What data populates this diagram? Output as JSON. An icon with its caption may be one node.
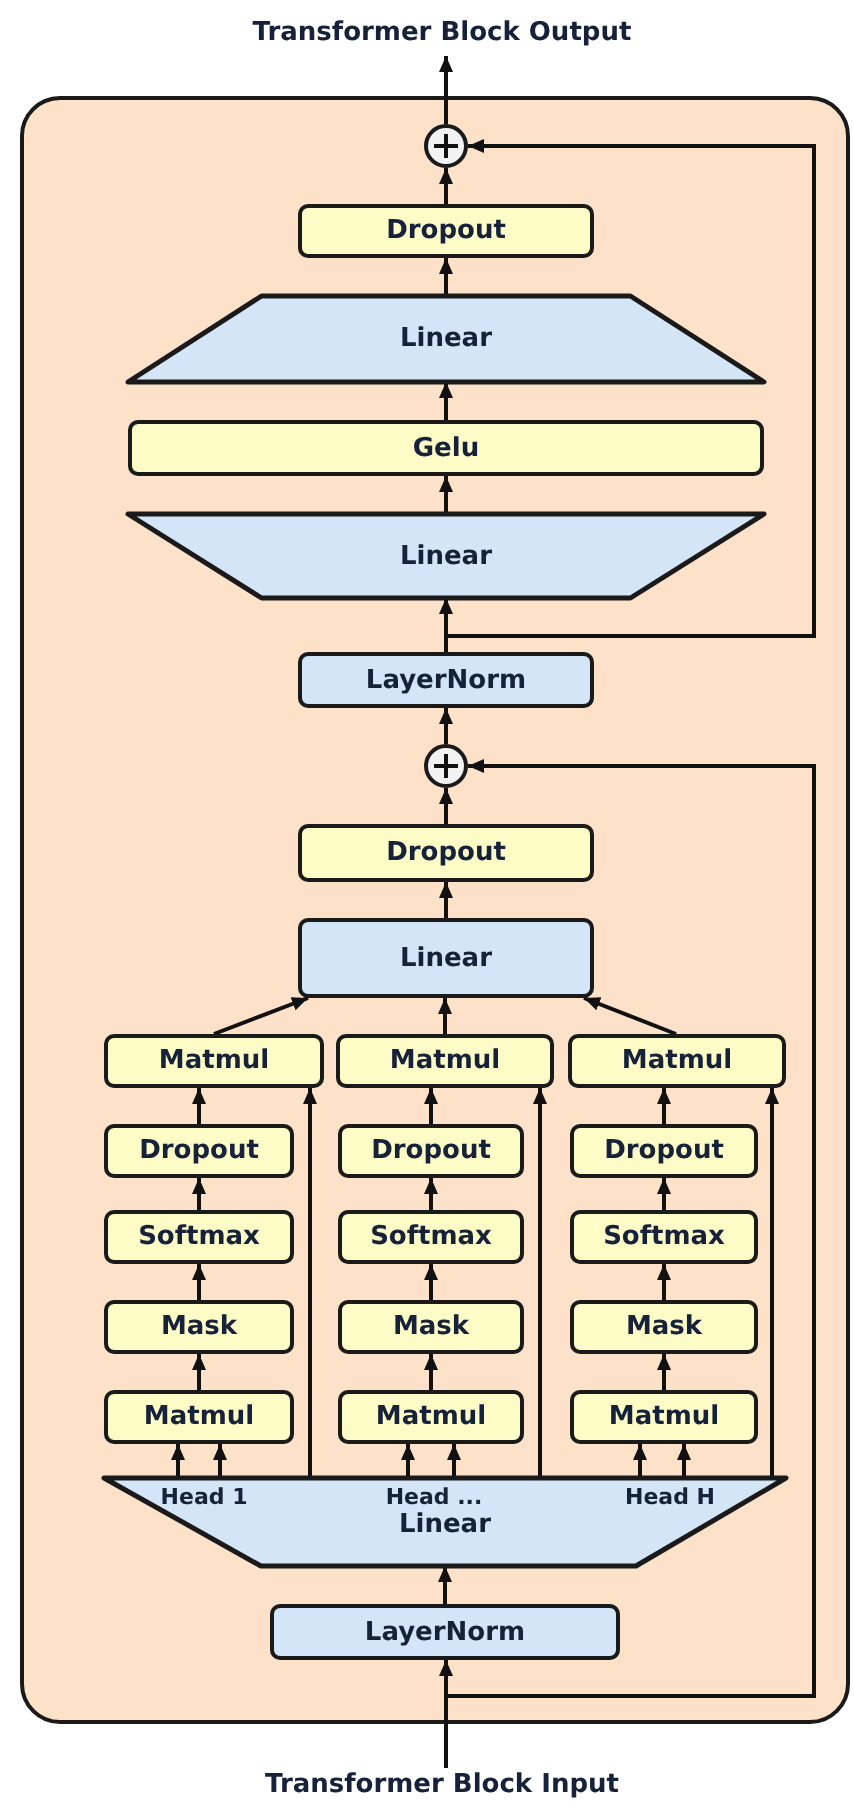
{
  "diagram": {
    "nodes": [
      {
        "text": [
          "Transformer Block Output"
        ]
      },
      {
        "text": [],
        "shape": "box"
      },
      {
        "text": [],
        "shape": "circle",
        "in": 1
      },
      {
        "text": [
          "Dropout"
        ],
        "in": 1
      },
      {
        "text": [
          "Linear"
        ],
        "in": 1
      },
      {
        "text": [
          "Gelu"
        ],
        "in": 1
      },
      {
        "text": [
          "Linear"
        ],
        "in": 1
      },
      {
        "text": [
          "LayerNorm"
        ],
        "in": 1
      },
      {
        "text": [],
        "shape": "circle",
        "in": 1
      },
      {
        "text": [
          "Dropout"
        ],
        "in": 1
      },
      {
        "text": [
          "Linear"
        ],
        "in": 1
      },
      {
        "text": [
          "Matmul"
        ],
        "in": 1
      },
      {
        "text": [
          "Matmul"
        ],
        "in": 1
      },
      {
        "text": [
          "Matmul"
        ],
        "in": 1
      },
      {
        "text": [
          "Dropout"
        ],
        "in": 1
      },
      {
        "text": [
          "Dropout"
        ],
        "in": 1
      },
      {
        "text": [
          "Dropout"
        ],
        "in": 1
      },
      {
        "text": [
          "Softmax"
        ],
        "in": 1
      },
      {
        "text": [
          "Softmax"
        ],
        "in": 1
      },
      {
        "text": [
          "Softmax"
        ],
        "in": 1
      },
      {
        "text": [
          "Mask"
        ],
        "in": 1
      },
      {
        "text": [
          "Mask"
        ],
        "in": 1
      },
      {
        "text": [
          "Mask"
        ],
        "in": 1
      },
      {
        "text": [
          "Matmul"
        ],
        "in": 1
      },
      {
        "text": [
          "Matmul"
        ],
        "in": 1
      },
      {
        "text": [
          "Matmul"
        ],
        "in": 1
      },
      {
        "text": [
          "Head 1",
          "Head ...",
          "Head H",
          "Linear"
        ],
        "in": 1
      },
      {
        "text": [
          "LayerNorm"
        ],
        "in": 1
      },
      {
        "text": [
          "Transformer Block Input"
        ]
      }
    ],
    "edges": [
      {
        "from": 2,
        "to": 0,
        "arrow": "to"
      },
      {
        "from": 3,
        "to": 2,
        "arrow": "to"
      },
      {
        "from": 4,
        "to": 3,
        "arrow": "to"
      },
      {
        "from": 5,
        "to": 4,
        "arrow": "to"
      },
      {
        "from": 6,
        "to": 5,
        "arrow": "to"
      },
      {
        "from": 7,
        "to": 6,
        "arrow": "to"
      },
      {
        "from": 7,
        "to": 2,
        "arrow": "to"
      },
      {
        "from": 8,
        "to": 7,
        "arrow": "to"
      },
      {
        "from": 9,
        "to": 8,
        "arrow": "to"
      },
      {
        "from": 10,
        "to": 9,
        "arrow": "to"
      },
      {
        "from": 11,
        "to": 10,
        "arrow": "to"
      },
      {
        "from": 12,
        "to": 10,
        "arrow": "to"
      },
      {
        "from": 13,
        "to": 10,
        "arrow": "to"
      },
      {
        "from": 14,
        "to": 11,
        "arrow": "to"
      },
      {
        "from": 15,
        "to": 12,
        "arrow": "to"
      },
      {
        "from": 16,
        "to": 13,
        "arrow": "to"
      },
      {
        "from": 17,
        "to": 14,
        "arrow": "to"
      },
      {
        "from": 18,
        "to": 15,
        "arrow": "to"
      },
      {
        "from": 19,
        "to": 16,
        "arrow": "to"
      },
      {
        "from": 20,
        "to": 17,
        "arrow": "to"
      },
      {
        "from": 21,
        "to": 18,
        "arrow": "to"
      },
      {
        "from": 22,
        "to": 19,
        "arrow": "to"
      },
      {
        "from": 23,
        "to": 20,
        "arrow": "to"
      },
      {
        "from": 24,
        "to": 21,
        "arrow": "to"
      },
      {
        "from": 25,
        "to": 22,
        "arrow": "to"
      },
      {
        "from": 26,
        "to": 23,
        "arrow": "to"
      },
      {
        "from": 26,
        "to": 23,
        "arrow": "to"
      },
      {
        "from": 26,
        "to": 11,
        "arrow": "to"
      },
      {
        "from": 26,
        "to": 24,
        "arrow": "to"
      },
      {
        "from": 26,
        "to": 24,
        "arrow": "to"
      },
      {
        "from": 26,
        "to": 12,
        "arrow": "to"
      },
      {
        "from": 26,
        "to": 25,
        "arrow": "to"
      },
      {
        "from": 26,
        "to": 25,
        "arrow": "to"
      },
      {
        "from": 26,
        "to": 13,
        "arrow": "to"
      },
      {
        "from": 27,
        "to": 26,
        "arrow": "to"
      },
      {
        "from": 28,
        "to": 27,
        "arrow": "to"
      },
      {
        "from": 28,
        "to": 8,
        "arrow": "to"
      }
    ]
  }
}
